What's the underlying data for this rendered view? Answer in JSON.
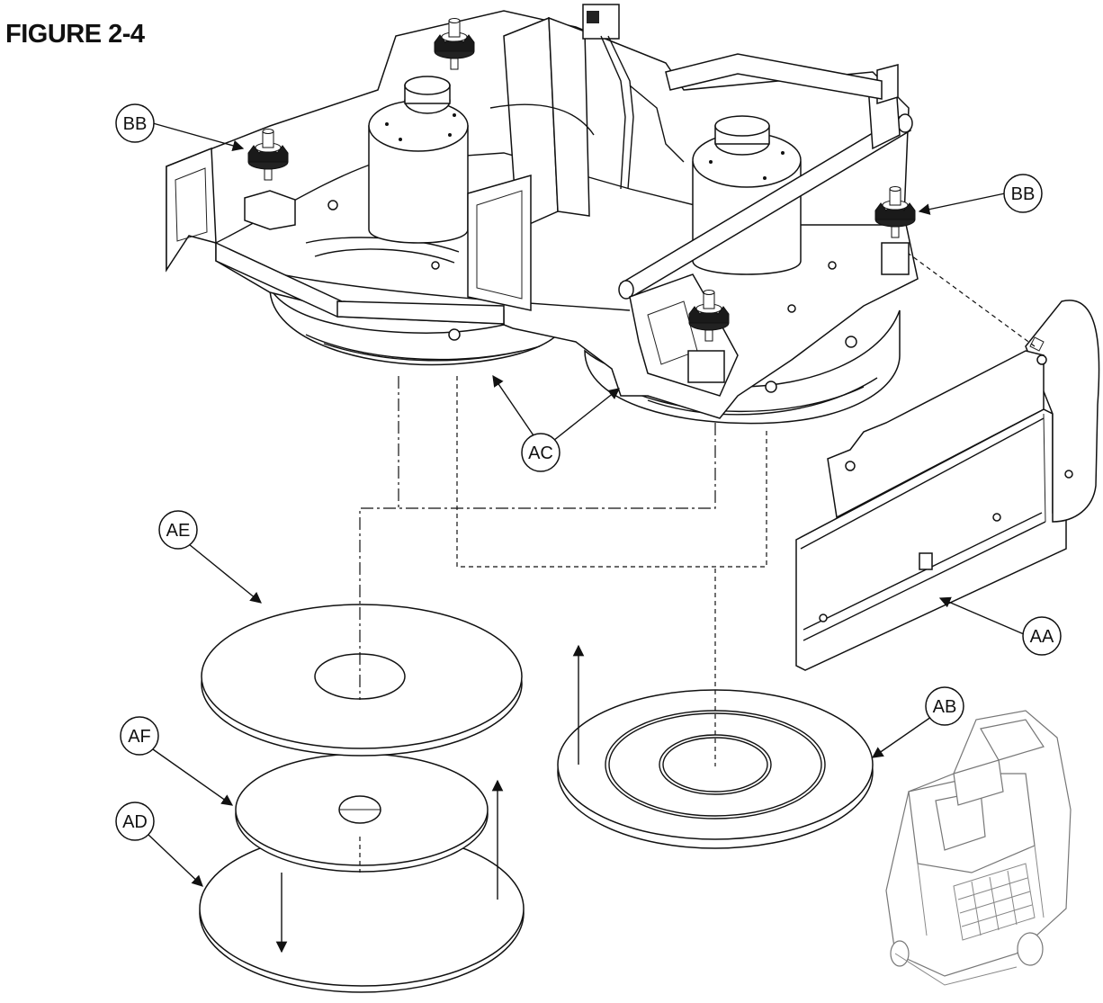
{
  "figure": {
    "title": "FIGURE 2-4"
  },
  "callouts": [
    {
      "id": "bb-left",
      "label": "BB"
    },
    {
      "id": "bb-right",
      "label": "BB"
    },
    {
      "id": "ac",
      "label": "AC"
    },
    {
      "id": "ae",
      "label": "AE"
    },
    {
      "id": "af",
      "label": "AF"
    },
    {
      "id": "ad",
      "label": "AD"
    },
    {
      "id": "aa",
      "label": "AA"
    },
    {
      "id": "ab",
      "label": "AB"
    }
  ],
  "parts": [
    "brush-deck-assembly",
    "squeegee-skirt",
    "pad-driver",
    "pad-holder",
    "centering-pad",
    "scrub-pad",
    "knob",
    "skirt"
  ],
  "colors": {
    "line": "#111111",
    "background": "#ffffff",
    "inset": "#777777"
  }
}
